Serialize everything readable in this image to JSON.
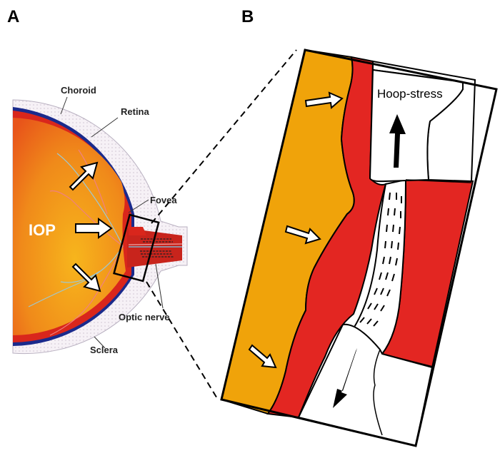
{
  "figure": {
    "panel_a_label": "A",
    "panel_b_label": "B"
  },
  "panel_a": {
    "labels": {
      "choroid": "Choroid",
      "retina": "Retina",
      "fovea": "Fovea",
      "iop": "IOP",
      "optic_nerve": "Optic nerve",
      "sclera": "Sclera"
    }
  },
  "panel_b": {
    "labels": {
      "hoop_stress": "Hoop-stress"
    }
  },
  "colors": {
    "eye_interior": "#f08a1a",
    "retina_red": "#d9261c",
    "choroid_blue": "#1a2a8c",
    "sclera": "#f4eef4",
    "panel_b_orange": "#f0a30a",
    "panel_b_red": "#e32622",
    "outline": "#000000"
  }
}
